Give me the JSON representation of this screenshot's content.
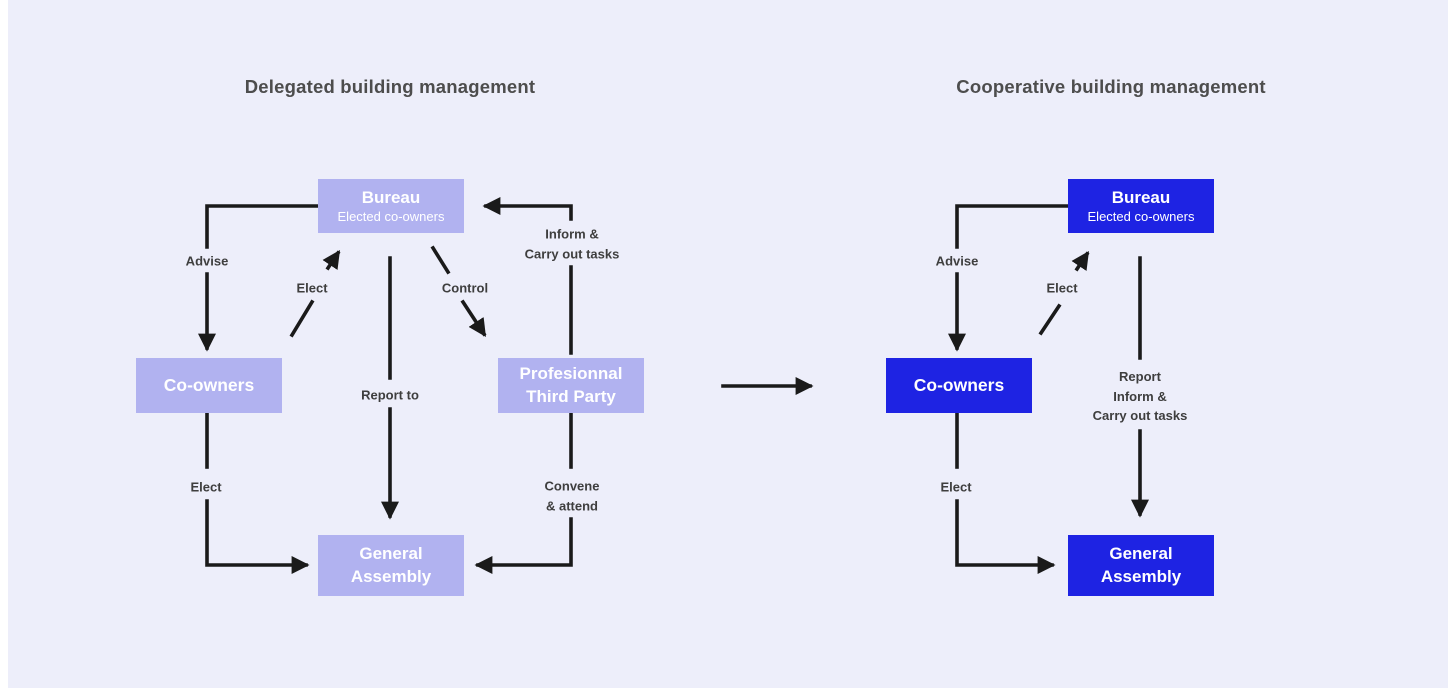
{
  "colors": {
    "background": "#EDEEFA",
    "page_margin": "#FFFFFF",
    "node_fill_left": "#B1B2F0",
    "node_fill_right": "#1E23E3",
    "node_text": "#FFFFFF",
    "line": "#1A1A1A",
    "edge_label_text": "#3E3E3E",
    "title_text": "#4D4D4D"
  },
  "left_diagram": {
    "title": "Delegated building management",
    "nodes": {
      "bureau": {
        "title": "Bureau",
        "subtitle": "Elected co-owners"
      },
      "co_owners": {
        "label": "Co-owners"
      },
      "third_party": {
        "line1": "Profesionnal",
        "line2": "Third Party"
      },
      "general_assembly": {
        "line1": "General",
        "line2": "Assembly"
      }
    },
    "edge_labels": {
      "advise": "Advise",
      "elect_bureau": "Elect",
      "control": "Control",
      "inform_line1": "Inform &",
      "inform_line2": "Carry out tasks",
      "report_to": "Report to",
      "elect_ga": "Elect",
      "convene_line1": "Convene",
      "convene_line2": "& attend"
    }
  },
  "right_diagram": {
    "title": "Cooperative building management",
    "nodes": {
      "bureau": {
        "title": "Bureau",
        "subtitle": "Elected co-owners"
      },
      "co_owners": {
        "label": "Co-owners"
      },
      "general_assembly": {
        "line1": "General",
        "line2": "Assembly"
      }
    },
    "edge_labels": {
      "advise": "Advise",
      "elect_bureau": "Elect",
      "report_line1": "Report",
      "report_line2": "Inform &",
      "report_line3": "Carry out tasks",
      "elect_ga": "Elect"
    }
  }
}
